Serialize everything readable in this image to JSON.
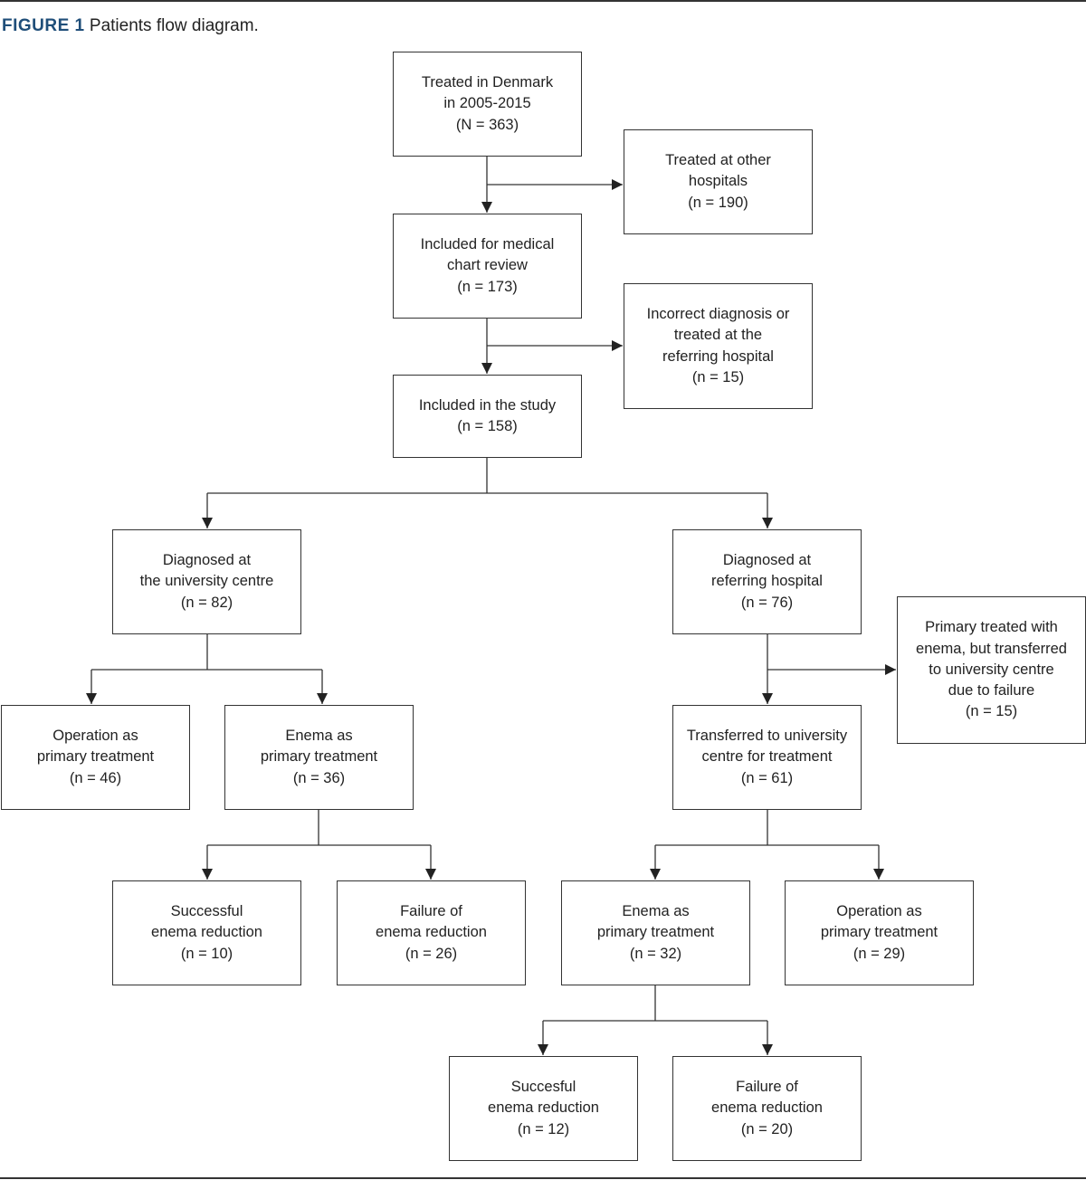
{
  "caption": {
    "label": "FIGURE 1",
    "text": " Patients flow diagram."
  },
  "boxes": {
    "treated_denmark": [
      "Treated in Denmark",
      "in 2005-2015",
      "(N = 363)"
    ],
    "other_hospitals": [
      "Treated at other",
      "hospitals",
      "(n = 190)"
    ],
    "chart_review": [
      "Included for medical",
      "chart review",
      "(n = 173)"
    ],
    "incorrect_diagnosis": [
      "Incorrect diagnosis or",
      "treated at the",
      "referring hospital",
      "(n = 15)"
    ],
    "included_study": [
      "Included in the study",
      "(n = 158)"
    ],
    "diag_university": [
      "Diagnosed at",
      "the university centre",
      "(n = 82)"
    ],
    "diag_referring": [
      "Diagnosed at",
      "referring hospital",
      "(n = 76)"
    ],
    "primary_enema_transferred": [
      "Primary treated with",
      "enema, but transferred",
      "to university centre",
      "due to failure",
      "(n = 15)"
    ],
    "operation_primary_46": [
      "Operation as",
      "primary treatment",
      "(n = 46)"
    ],
    "enema_primary_36": [
      "Enema as",
      "primary treatment",
      "(n = 36)"
    ],
    "transferred_university": [
      "Transferred to university",
      "centre for treatment",
      "(n = 61)"
    ],
    "successful_enema_10": [
      "Successful",
      "enema reduction",
      "(n = 10)"
    ],
    "failure_enema_26": [
      "Failure of",
      "enema reduction",
      "(n = 26)"
    ],
    "enema_primary_32": [
      "Enema as",
      "primary treatment",
      "(n = 32)"
    ],
    "operation_primary_29": [
      "Operation as",
      "primary treatment",
      "(n = 29)"
    ],
    "succesful_enema_12": [
      "Succesful",
      "enema reduction",
      "(n = 12)"
    ],
    "failure_enema_20": [
      "Failure of",
      "enema reduction",
      "(n = 20)"
    ]
  }
}
